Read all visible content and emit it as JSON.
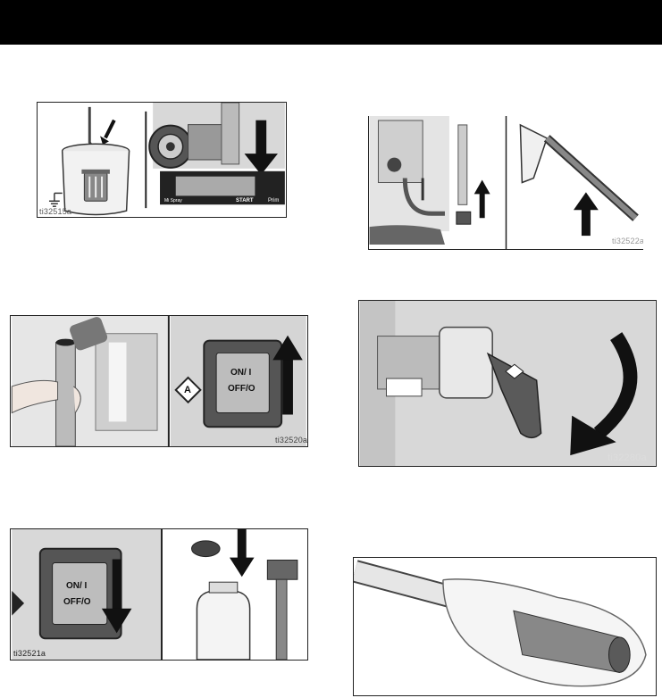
{
  "figures": {
    "fig1": {
      "id": "ti32515a",
      "label_mi_spray": "Mi Spray",
      "label_start": "START",
      "label_prime": "Prim"
    },
    "fig2": {
      "id": "ti32522a"
    },
    "fig3": {
      "id": "ti32520a",
      "switch_on": "ON/ I",
      "switch_off": "OFF/O",
      "badge": "A"
    },
    "fig4": {
      "id": "ti32280a"
    },
    "fig5": {
      "id": "ti32521a",
      "switch_on": "ON/ I",
      "switch_off": "OFF/O"
    },
    "fig6": {
      "id": ""
    }
  }
}
